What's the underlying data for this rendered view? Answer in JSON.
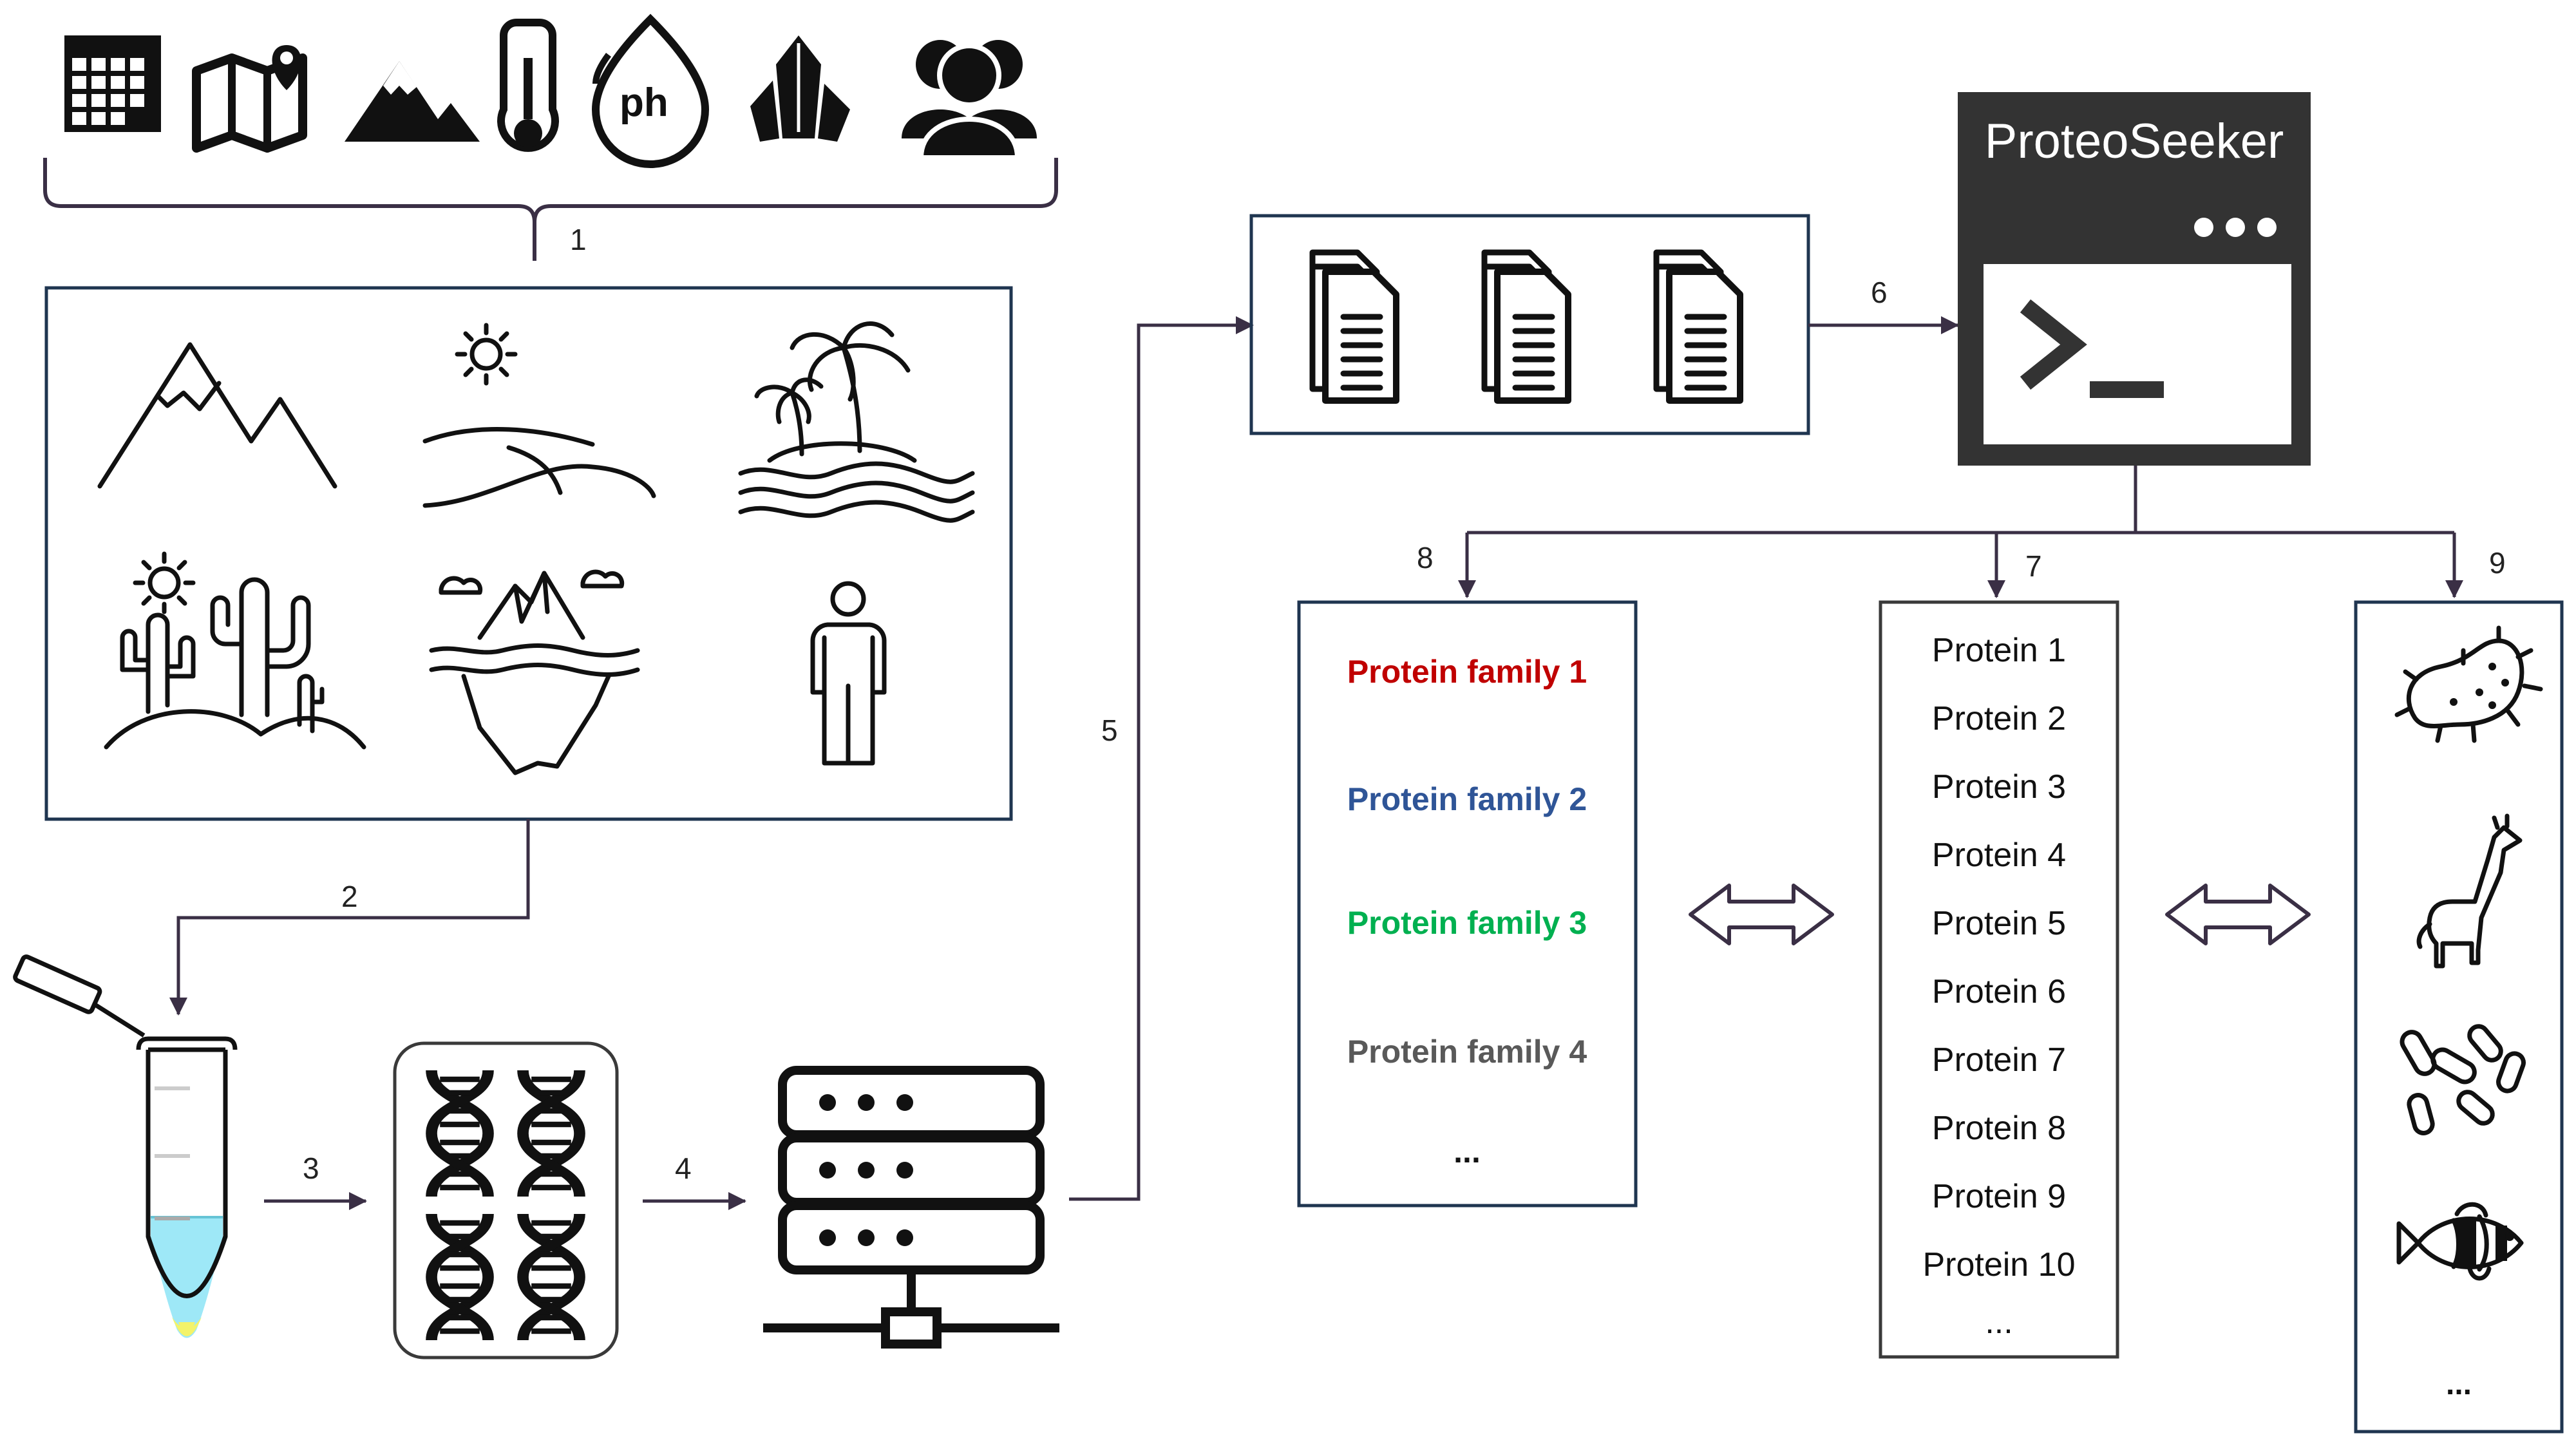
{
  "tool": {
    "title": "ProteoSeeker",
    "prompt_glyph": ">_"
  },
  "steps": [
    "1",
    "2",
    "3",
    "4",
    "5",
    "6",
    "7",
    "8",
    "9"
  ],
  "protein_families": [
    {
      "label": "Protein family 1",
      "color": "#c00000"
    },
    {
      "label": "Protein family 2",
      "color": "#2f5597"
    },
    {
      "label": "Protein family 3",
      "color": "#00b050"
    },
    {
      "label": "Protein family 4",
      "color": "#595959"
    },
    {
      "label": "...",
      "color": "#111111"
    }
  ],
  "proteins": [
    "Protein 1",
    "Protein 2",
    "Protein 3",
    "Protein 4",
    "Protein 5",
    "Protein 6",
    "Protein 7",
    "Protein 8",
    "Protein 9",
    "Protein 10",
    "..."
  ],
  "organisms_more": "...",
  "colors": {
    "box_border": "#1f3550",
    "arrow": "#3a2f45",
    "terminal": "#333333",
    "liquid": "#9ee8f7",
    "pellet": "#f3f36a"
  },
  "icons": {
    "parameters": [
      "calendar-icon",
      "map-location-icon",
      "mountain-icon",
      "thermometer-icon",
      "ph-icon",
      "crystal-icon",
      "people-icon"
    ],
    "environments": [
      "mountains-icon",
      "desert-dunes-icon",
      "tropical-island-icon",
      "cactus-desert-icon",
      "iceberg-icon",
      "human-icon"
    ],
    "organisms": [
      "bacterium-icon",
      "giraffe-icon",
      "bacilli-icon",
      "clownfish-icon"
    ],
    "documents": [
      "document-stack-icon",
      "document-stack-icon",
      "document-stack-icon"
    ],
    "dna": [
      "dna-icon",
      "dna-icon",
      "dna-icon",
      "dna-icon"
    ],
    "misc": [
      "sample-tube-icon",
      "database-server-icon",
      "terminal-icon",
      "double-arrow-icon"
    ]
  }
}
